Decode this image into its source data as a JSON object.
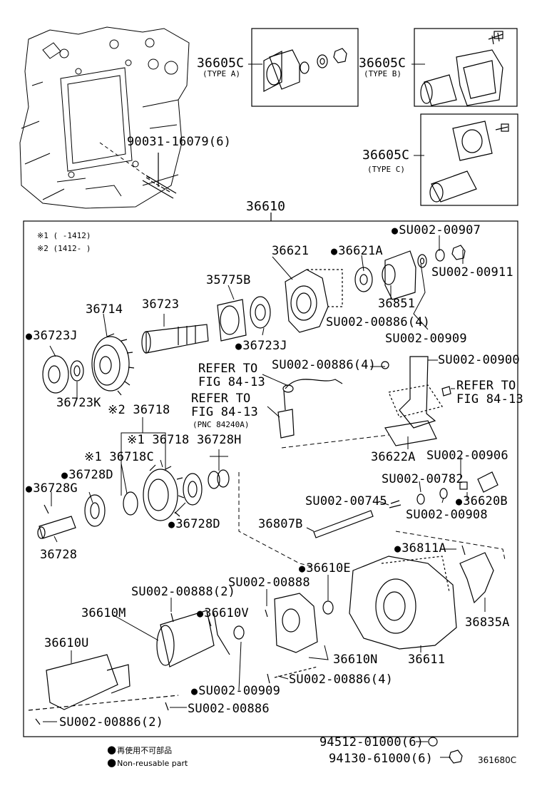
{
  "top": {
    "type_a": {
      "code": "36605C",
      "sub": "(TYPE A)"
    },
    "type_b": {
      "code": "36605C",
      "sub": "(TYPE B)"
    },
    "type_c": {
      "code": "36605C",
      "sub": "(TYPE C)"
    },
    "stud": "90031-16079(6)",
    "assembly": "36610"
  },
  "notes": {
    "n1": "※1 (    -1412)",
    "n2": "※2 (1412-     )"
  },
  "labels": {
    "p36621": "36621",
    "p36621A": "36621A",
    "p_su907": "SU002-00907",
    "p_su911": "SU002-00911",
    "p35775B": "35775B",
    "p36851": "36851",
    "p36714": "36714",
    "p36723": "36723",
    "p_su886_4a": "SU002-00886(4)",
    "p_su909a": "SU002-00909",
    "p36723J_a": "36723J",
    "p36723J_b": "36723J",
    "p36723K": "36723K",
    "p_refer1a": "REFER TO",
    "p_refer1b": "FIG 84-13",
    "p_su886_4b": "SU002-00886(4)",
    "p_su900": "SU002-00900",
    "p_refer2a": "REFER TO",
    "p_refer2b": "FIG 84-13",
    "p_refer2c": "(PNC 84240A)",
    "p_refer3a": "REFER TO",
    "p_refer3b": "FIG 84-13",
    "p36718_2": "※2 36718",
    "p36718_1": "※1 36718",
    "p36728H": "36728H",
    "p36622A": "36622A",
    "p36718C": "※1 36718C",
    "p_su906": "SU002-00906",
    "p36728D_a": "36728D",
    "p_su782": "SU002-00782",
    "p36728G": "36728G",
    "p_su745": "SU002-00745",
    "p36620B": "36620B",
    "p_su908": "SU002-00908",
    "p36728D_b": "36728D",
    "p36807B": "36807B",
    "p36728": "36728",
    "p36811A": "36811A",
    "p36610E": "36610E",
    "p_su888": "SU002-00888",
    "p_su888_2": "SU002-00888(2)",
    "p36610M": "36610M",
    "p36610V": "36610V",
    "p36835A": "36835A",
    "p36610U": "36610U",
    "p36610N": "36610N",
    "p36611": "36611",
    "p_su886_4c": "SU002-00886(4)",
    "p_su909b": "SU002-00909",
    "p_su886": "SU002-00886",
    "p_su886_2": "SU002-00886(2)",
    "p94512": "94512-01000(6)",
    "p94130": "94130-61000(6)"
  },
  "legend": {
    "jp": "再使用不可部品",
    "en": "Non-reusable part"
  },
  "figure_code": "361680C"
}
